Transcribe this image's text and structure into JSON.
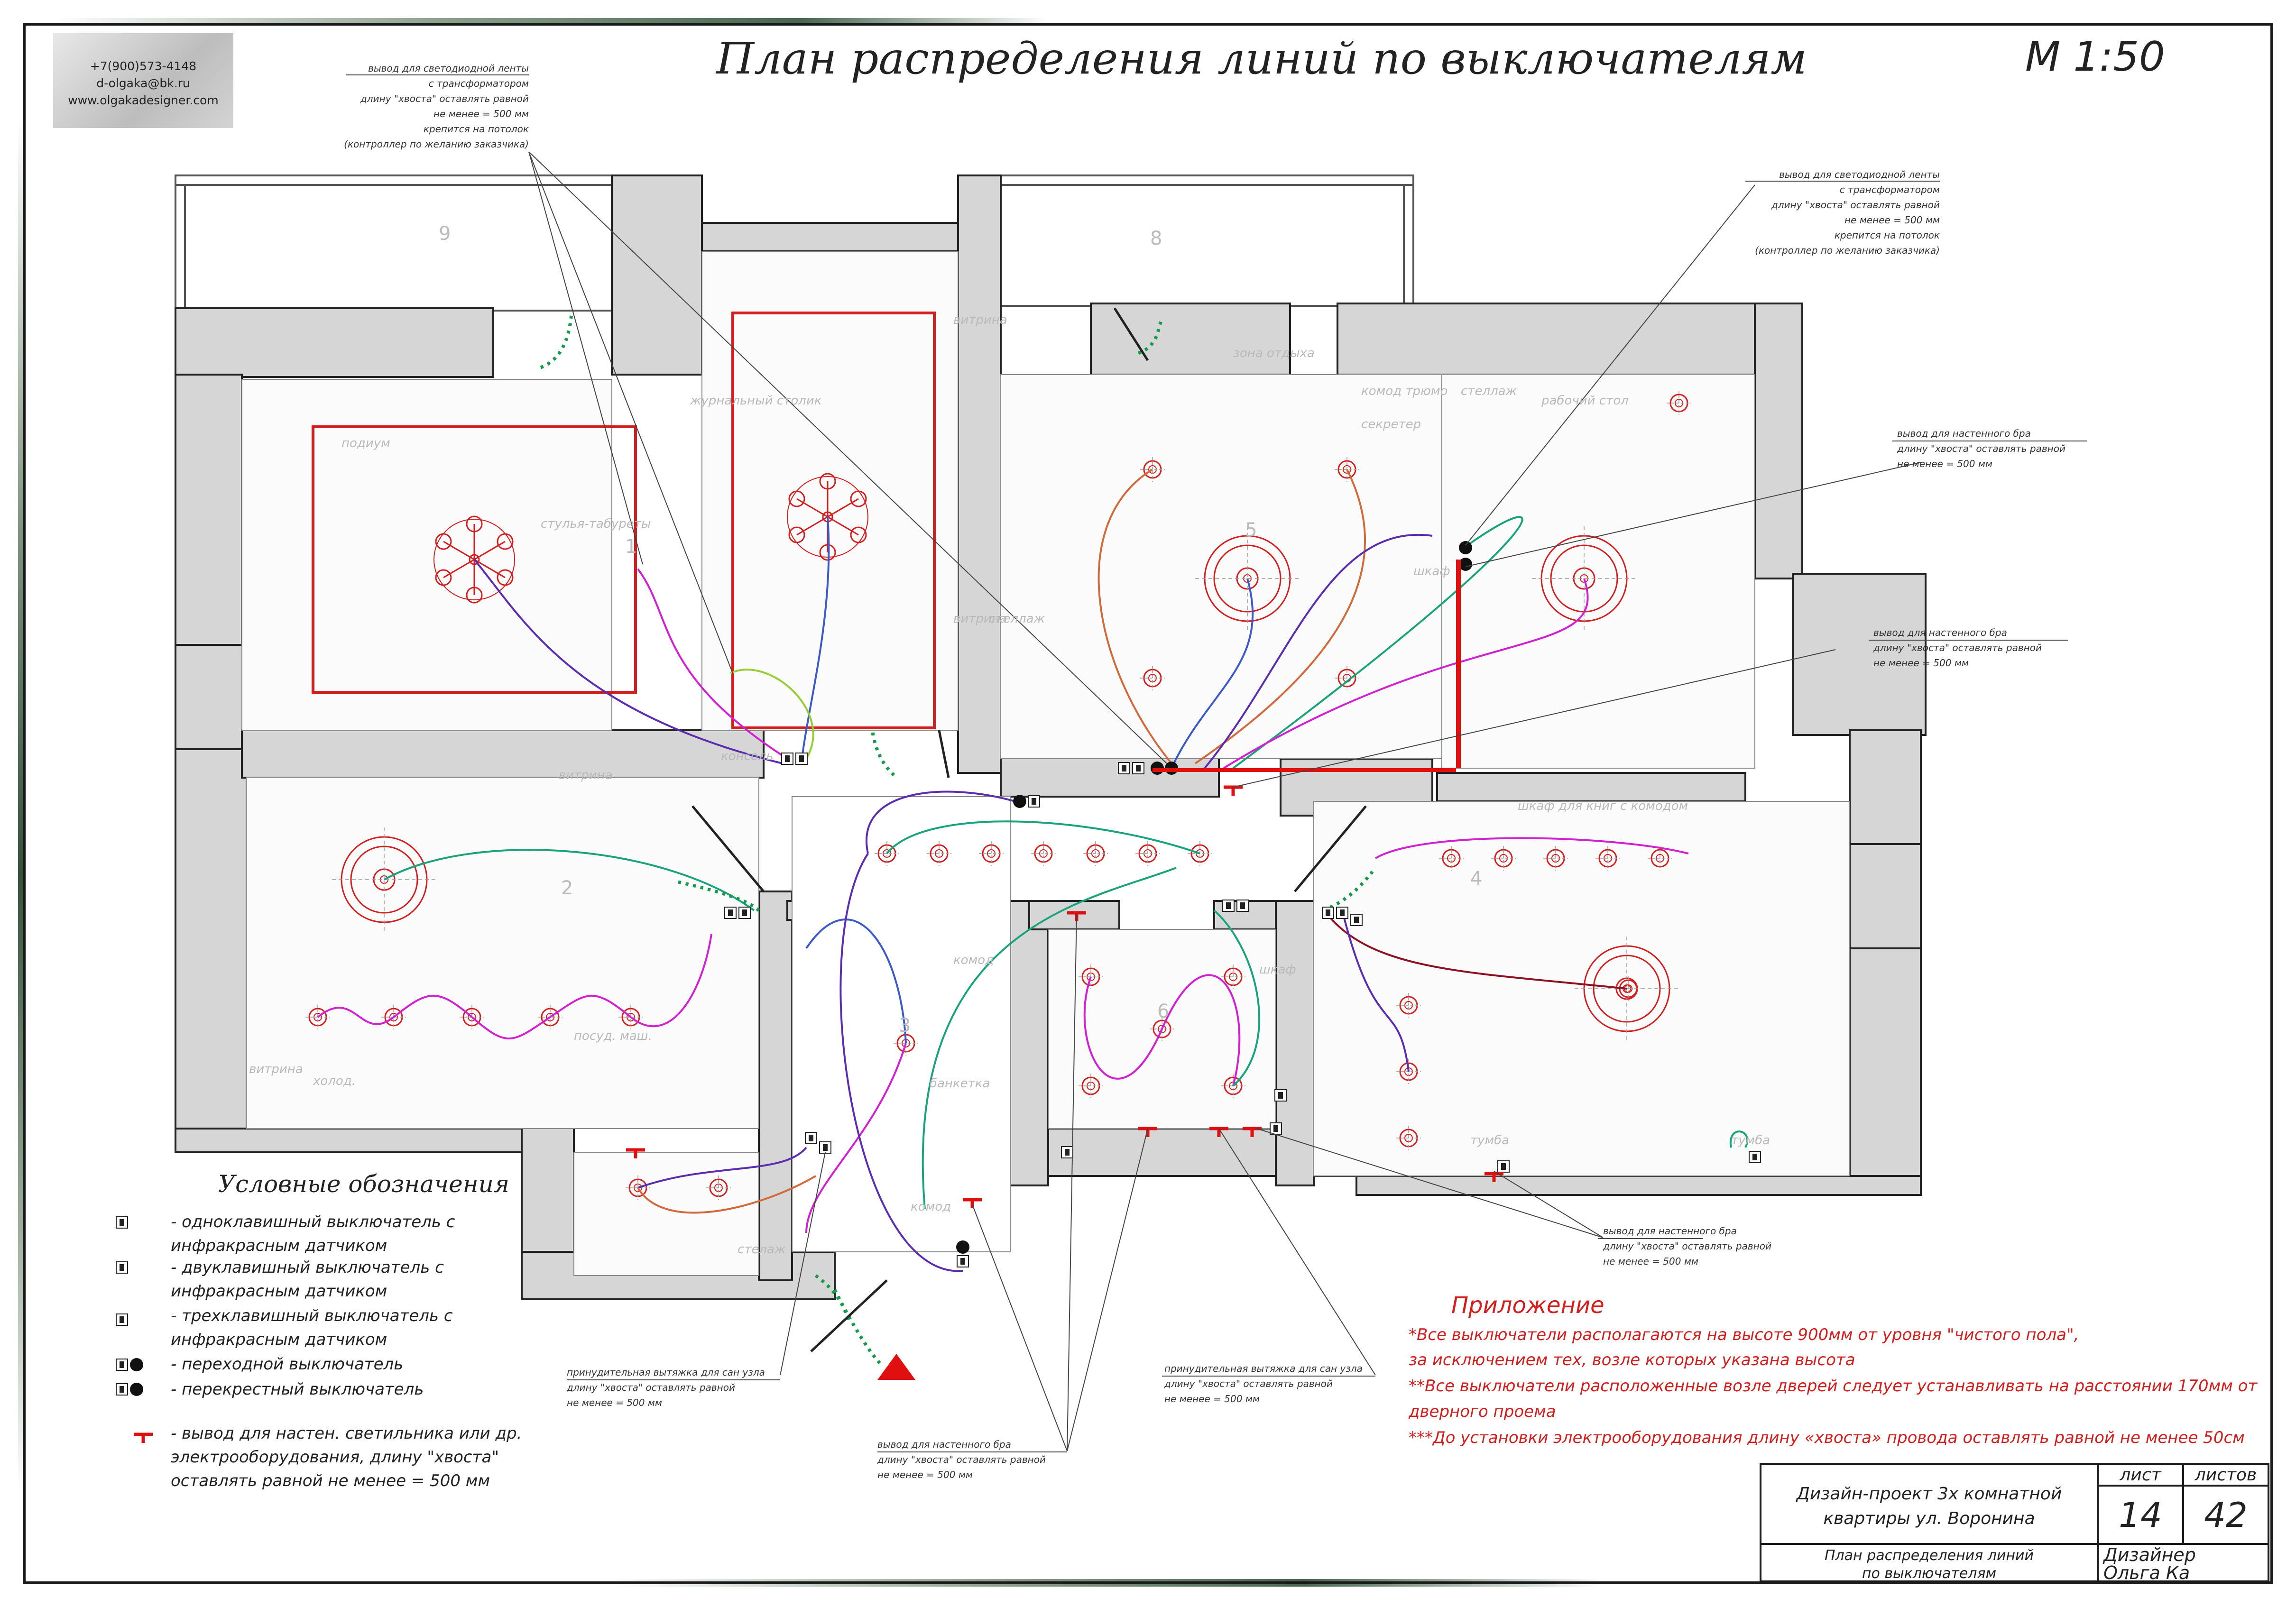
{
  "header": {
    "title": "План распределения линий по выключателям",
    "scale": "М 1:50"
  },
  "logo": {
    "phone": "+7(900)573-4148",
    "email": "d-olgaka@bk.ru",
    "site": "www.olgakadesigner.com"
  },
  "notes": {
    "led_left": [
      "вывод для светодиодной ленты",
      "с трансформатором",
      "длину \"хвоста\" оставлять равной",
      "не менее = 500 мм",
      "крепится на потолок",
      "(контроллер по желанию заказчика)"
    ],
    "led_right": [
      "вывод для светодиодной ленты",
      "с трансформатором",
      "длину \"хвоста\" оставлять равной",
      "не менее = 500 мм",
      "крепится на потолок",
      "(контроллер по желанию заказчика)"
    ],
    "bra_right_1": [
      "вывод для настенного бра",
      "длину \"хвоста\" оставлять равной",
      "не менее = 500 мм"
    ],
    "bra_right_2": [
      "вывод для настенного бра",
      "длину \"хвоста\" оставлять равной",
      "не менее = 500 мм"
    ],
    "bra_bottom_right": [
      "вывод для настенного бра",
      "длину \"хвоста\" оставлять равной",
      "не менее = 500 мм"
    ],
    "bra_bottom_center": [
      "вывод для настенного бра",
      "длину \"хвоста\" оставлять равной",
      "не менее = 500 мм"
    ],
    "vent_left": [
      "принудительная вытяжка для сан узла",
      "длину \"хвоста\" оставлять равной",
      "не менее = 500 мм"
    ],
    "vent_right": [
      "принудительная вытяжка для сан узла",
      "длину \"хвоста\" оставлять равной",
      "не менее = 500 мм"
    ]
  },
  "rooms": [
    "9",
    "8",
    "1",
    "5",
    "2",
    "3",
    "4",
    "6"
  ],
  "furniture": [
    "журнальный столик",
    "подиум",
    "стулья-табуреты",
    "консоль",
    "витрина",
    "витрина",
    "стеллаж",
    "витрина",
    "зона отдыха",
    "комод трюмо",
    "секретер",
    "стеллаж",
    "рабочий стол",
    "шкаф",
    "шкаф для книг с комодом",
    "холод.",
    "посуд. маш.",
    "витрина",
    "комод",
    "банкетка",
    "шкаф",
    "стелаж",
    "комод",
    "тумба",
    "тумба"
  ],
  "legend": {
    "title": "Условные обозначения",
    "items": [
      "- одноклавишный выключатель с",
      "инфракрасным датчиком",
      "- двуклавишный выключатель с",
      "инфракрасным датчиком",
      "- трехклавишный выключатель с",
      "инфракрасным датчиком",
      "- переходной выключатель",
      "- перекрестный выключатель",
      "- вывод для настен. светильника или др.",
      "электрооборудования, длину \"хвоста\"",
      "оставлять равной не менее = 500 мм"
    ]
  },
  "appendix": {
    "title": "Приложение",
    "lines": [
      "*Все выключатели располагаются на высоте 900мм от уровня \"чистого пола\",",
      "за исключением тех, возле которых указана высота",
      "**Все выключатели расположенные возле дверей следует устанавливать на расстоянии 170мм от",
      "дверного проема",
      "***До установки электрооборудования длину «хвоста» провода оставлять равной не менее 50см"
    ]
  },
  "stamp": {
    "project_line1": "Дизайн-проект 3х комнатной",
    "project_line2": "квартиры ул. Воронина",
    "sheet_label": "лист",
    "sheets_label": "листов",
    "sheet": "14",
    "sheets": "42",
    "plan_line1": "План распределения линий",
    "plan_line2": "по выключателям",
    "designer_label": "Дизайнер",
    "designer_name": "Ольга Ка"
  },
  "colors": {
    "wall": "#d6d6d6",
    "wall_stroke": "#222222",
    "fixture": "#d41d1d",
    "zone": "#d41d1d",
    "wire_purple": "#5b2bb0",
    "wire_magenta": "#d21fd2",
    "wire_green": "#19a37a",
    "wire_blue": "#3b59c8",
    "wire_orange": "#d2693a",
    "wire_darkred": "#8f1020",
    "wire_lime": "#9acd32",
    "door_dotted": "#149a4a"
  }
}
